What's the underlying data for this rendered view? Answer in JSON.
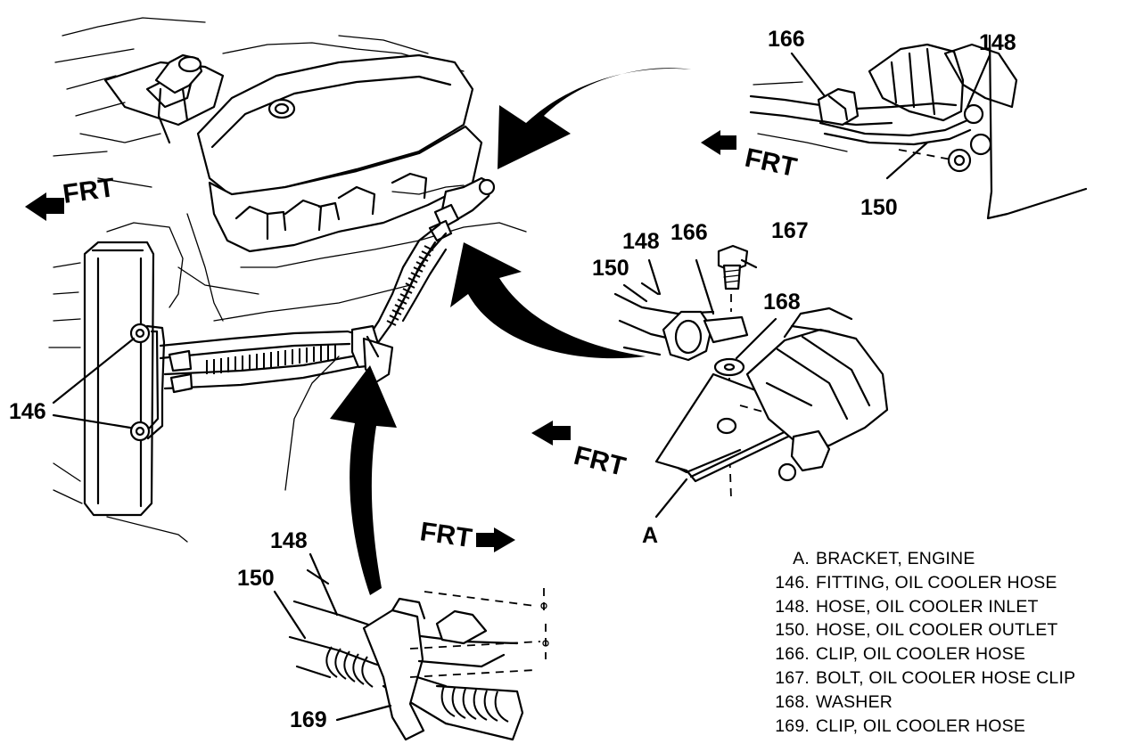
{
  "callouts": {
    "c166_top": "166",
    "c148_top": "148",
    "c150_top": "150",
    "c146": "146",
    "c148_mid": "148",
    "c166_mid": "166",
    "c167": "167",
    "c150_mid": "150",
    "c168": "168",
    "c_a": "A",
    "c148_bot": "148",
    "c150_bot": "150",
    "c169": "169"
  },
  "frt": {
    "left": "FRT",
    "top_right": "FRT",
    "mid": "FRT",
    "bottom": "FRT"
  },
  "legend": [
    {
      "key": "A.",
      "text": "BRACKET, ENGINE"
    },
    {
      "key": "146.",
      "text": "FITTING, OIL COOLER HOSE"
    },
    {
      "key": "148.",
      "text": "HOSE, OIL COOLER INLET"
    },
    {
      "key": "150.",
      "text": "HOSE, OIL COOLER OUTLET"
    },
    {
      "key": "166.",
      "text": "CLIP, OIL COOLER HOSE"
    },
    {
      "key": "167.",
      "text": "BOLT, OIL COOLER HOSE CLIP"
    },
    {
      "key": "168.",
      "text": "WASHER"
    },
    {
      "key": "169.",
      "text": "CLIP, OIL COOLER HOSE"
    }
  ]
}
